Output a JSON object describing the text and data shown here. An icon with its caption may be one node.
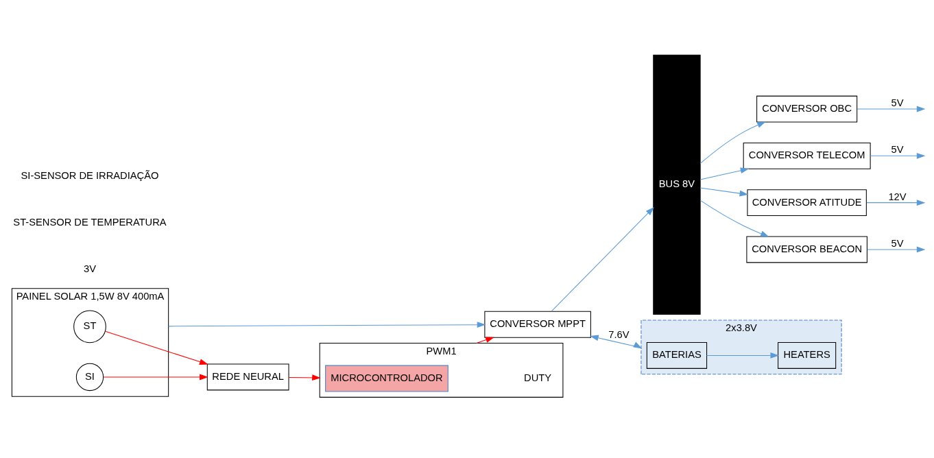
{
  "diagram": {
    "nodes": [
      {
        "text": [
          "PAINEL SOLAR 1,5W 8V 400mA"
        ]
      },
      {
        "text": [
          "ST"
        ],
        "in": 0
      },
      {
        "text": [
          "SI"
        ],
        "in": 0
      },
      {
        "text": [
          "CONVERSOR MPPT"
        ]
      },
      {
        "text": [
          "PWM1",
          "DUTY"
        ]
      },
      {
        "text": [
          "MICROCONTROLADOR"
        ],
        "in": 4
      },
      {
        "text": [
          "REDE NEURAL"
        ]
      },
      {
        "text": [
          "BUS 8V"
        ]
      },
      {
        "text": [
          "2x3.8V"
        ]
      },
      {
        "text": [
          "BATERIAS"
        ],
        "in": 8
      },
      {
        "text": [
          "HEATERS"
        ],
        "in": 8
      },
      {
        "text": [
          "CONVERSOR OBC"
        ]
      },
      {
        "text": [
          "CONVERSOR TELECOM"
        ]
      },
      {
        "text": [
          "CONVERSOR ATITUDE"
        ]
      },
      {
        "text": [
          "CONVERSOR BEACON"
        ]
      }
    ],
    "edges": [
      {
        "from": 0,
        "to": 3,
        "arrow": "to"
      },
      {
        "from": 3,
        "to": 7,
        "arrow": "to"
      },
      {
        "from": 3,
        "to": 8,
        "arrow": "both",
        "label": "7.6V"
      },
      {
        "from": 7,
        "to": 11,
        "arrow": "to"
      },
      {
        "from": 7,
        "to": 12,
        "arrow": "to"
      },
      {
        "from": 7,
        "to": 13,
        "arrow": "to"
      },
      {
        "from": 7,
        "to": 14,
        "arrow": "to"
      },
      {
        "from": 11,
        "to": null,
        "arrow": "to",
        "label": "5V"
      },
      {
        "from": 12,
        "to": null,
        "arrow": "to",
        "label": "5V"
      },
      {
        "from": 13,
        "to": null,
        "arrow": "to",
        "label": "12V"
      },
      {
        "from": 14,
        "to": null,
        "arrow": "to",
        "label": "5V"
      },
      {
        "from": 9,
        "to": 10,
        "arrow": "to"
      },
      {
        "from": 1,
        "to": 6,
        "arrow": "to",
        "color": "#ff0000"
      },
      {
        "from": 2,
        "to": 6,
        "arrow": "to",
        "color": "#ff0000"
      },
      {
        "from": 6,
        "to": 4,
        "arrow": "to",
        "color": "#ff0000"
      },
      {
        "from": 4,
        "to": 3,
        "arrow": "to",
        "color": "#ff0000"
      }
    ],
    "labels": [
      "3V",
      "ST-SENSOR DE TEMPERATURA",
      "SI-SENSOR DE IRRADIAÇÃO"
    ]
  }
}
